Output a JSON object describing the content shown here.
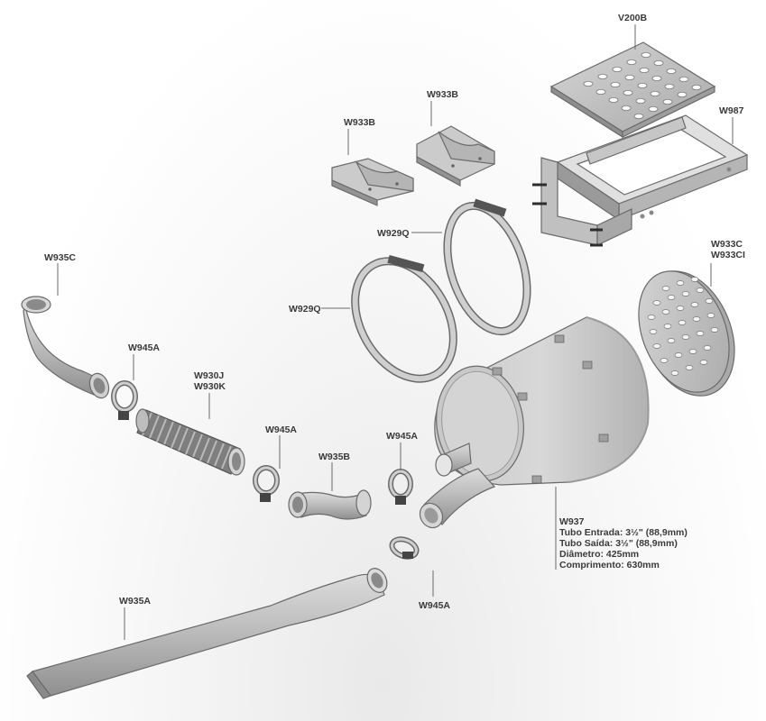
{
  "labels": {
    "v200b": "V200B",
    "w987": "W987",
    "w933b_left": "W933B",
    "w933b_right": "W933B",
    "w929q_top": "W929Q",
    "w929q_left": "W929Q",
    "w933c": "W933C",
    "w933ci": "W933CI",
    "w935c": "W935C",
    "w945a_1": "W945A",
    "w930j": "W930J",
    "w930k": "W930K",
    "w945a_2": "W945A",
    "w935b": "W935B",
    "w945a_3": "W945A",
    "w945a_4": "W945A",
    "w935a": "W935A"
  },
  "muffler_spec": {
    "code": "W937",
    "inlet": "Tubo Entrada: 3½\" (88,9mm)",
    "outlet": "Tubo Saída: 3½\" (88,9mm)",
    "diameter": "Diâmetro: 425mm",
    "length": "Comprimento: 630mm"
  }
}
